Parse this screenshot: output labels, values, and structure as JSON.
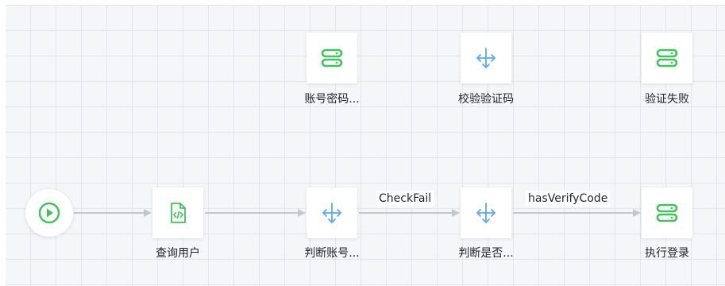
{
  "nodes": {
    "start": {
      "icon": "play-icon"
    },
    "query_user": {
      "icon": "code-file-icon",
      "label": "查询用户"
    },
    "account_password": {
      "icon": "storage-icon",
      "label": "账号密码..."
    },
    "verify_code": {
      "icon": "split-arrows-icon",
      "label": "校验验证码"
    },
    "verify_failed": {
      "icon": "storage-icon",
      "label": "验证失败"
    },
    "judge_account": {
      "icon": "split-arrows-icon",
      "label": "判断账号..."
    },
    "judge_whether": {
      "icon": "split-arrows-icon",
      "label": "判断是否..."
    },
    "execute_login": {
      "icon": "storage-icon",
      "label": "执行登录"
    }
  },
  "edges": {
    "check_fail": "CheckFail",
    "has_verify_code": "hasVerifyCode"
  },
  "colors": {
    "green": "#3fc35a",
    "blue": "#5aa9f5",
    "edge": "#c3c7cc",
    "grid": "#e3e5e8"
  }
}
